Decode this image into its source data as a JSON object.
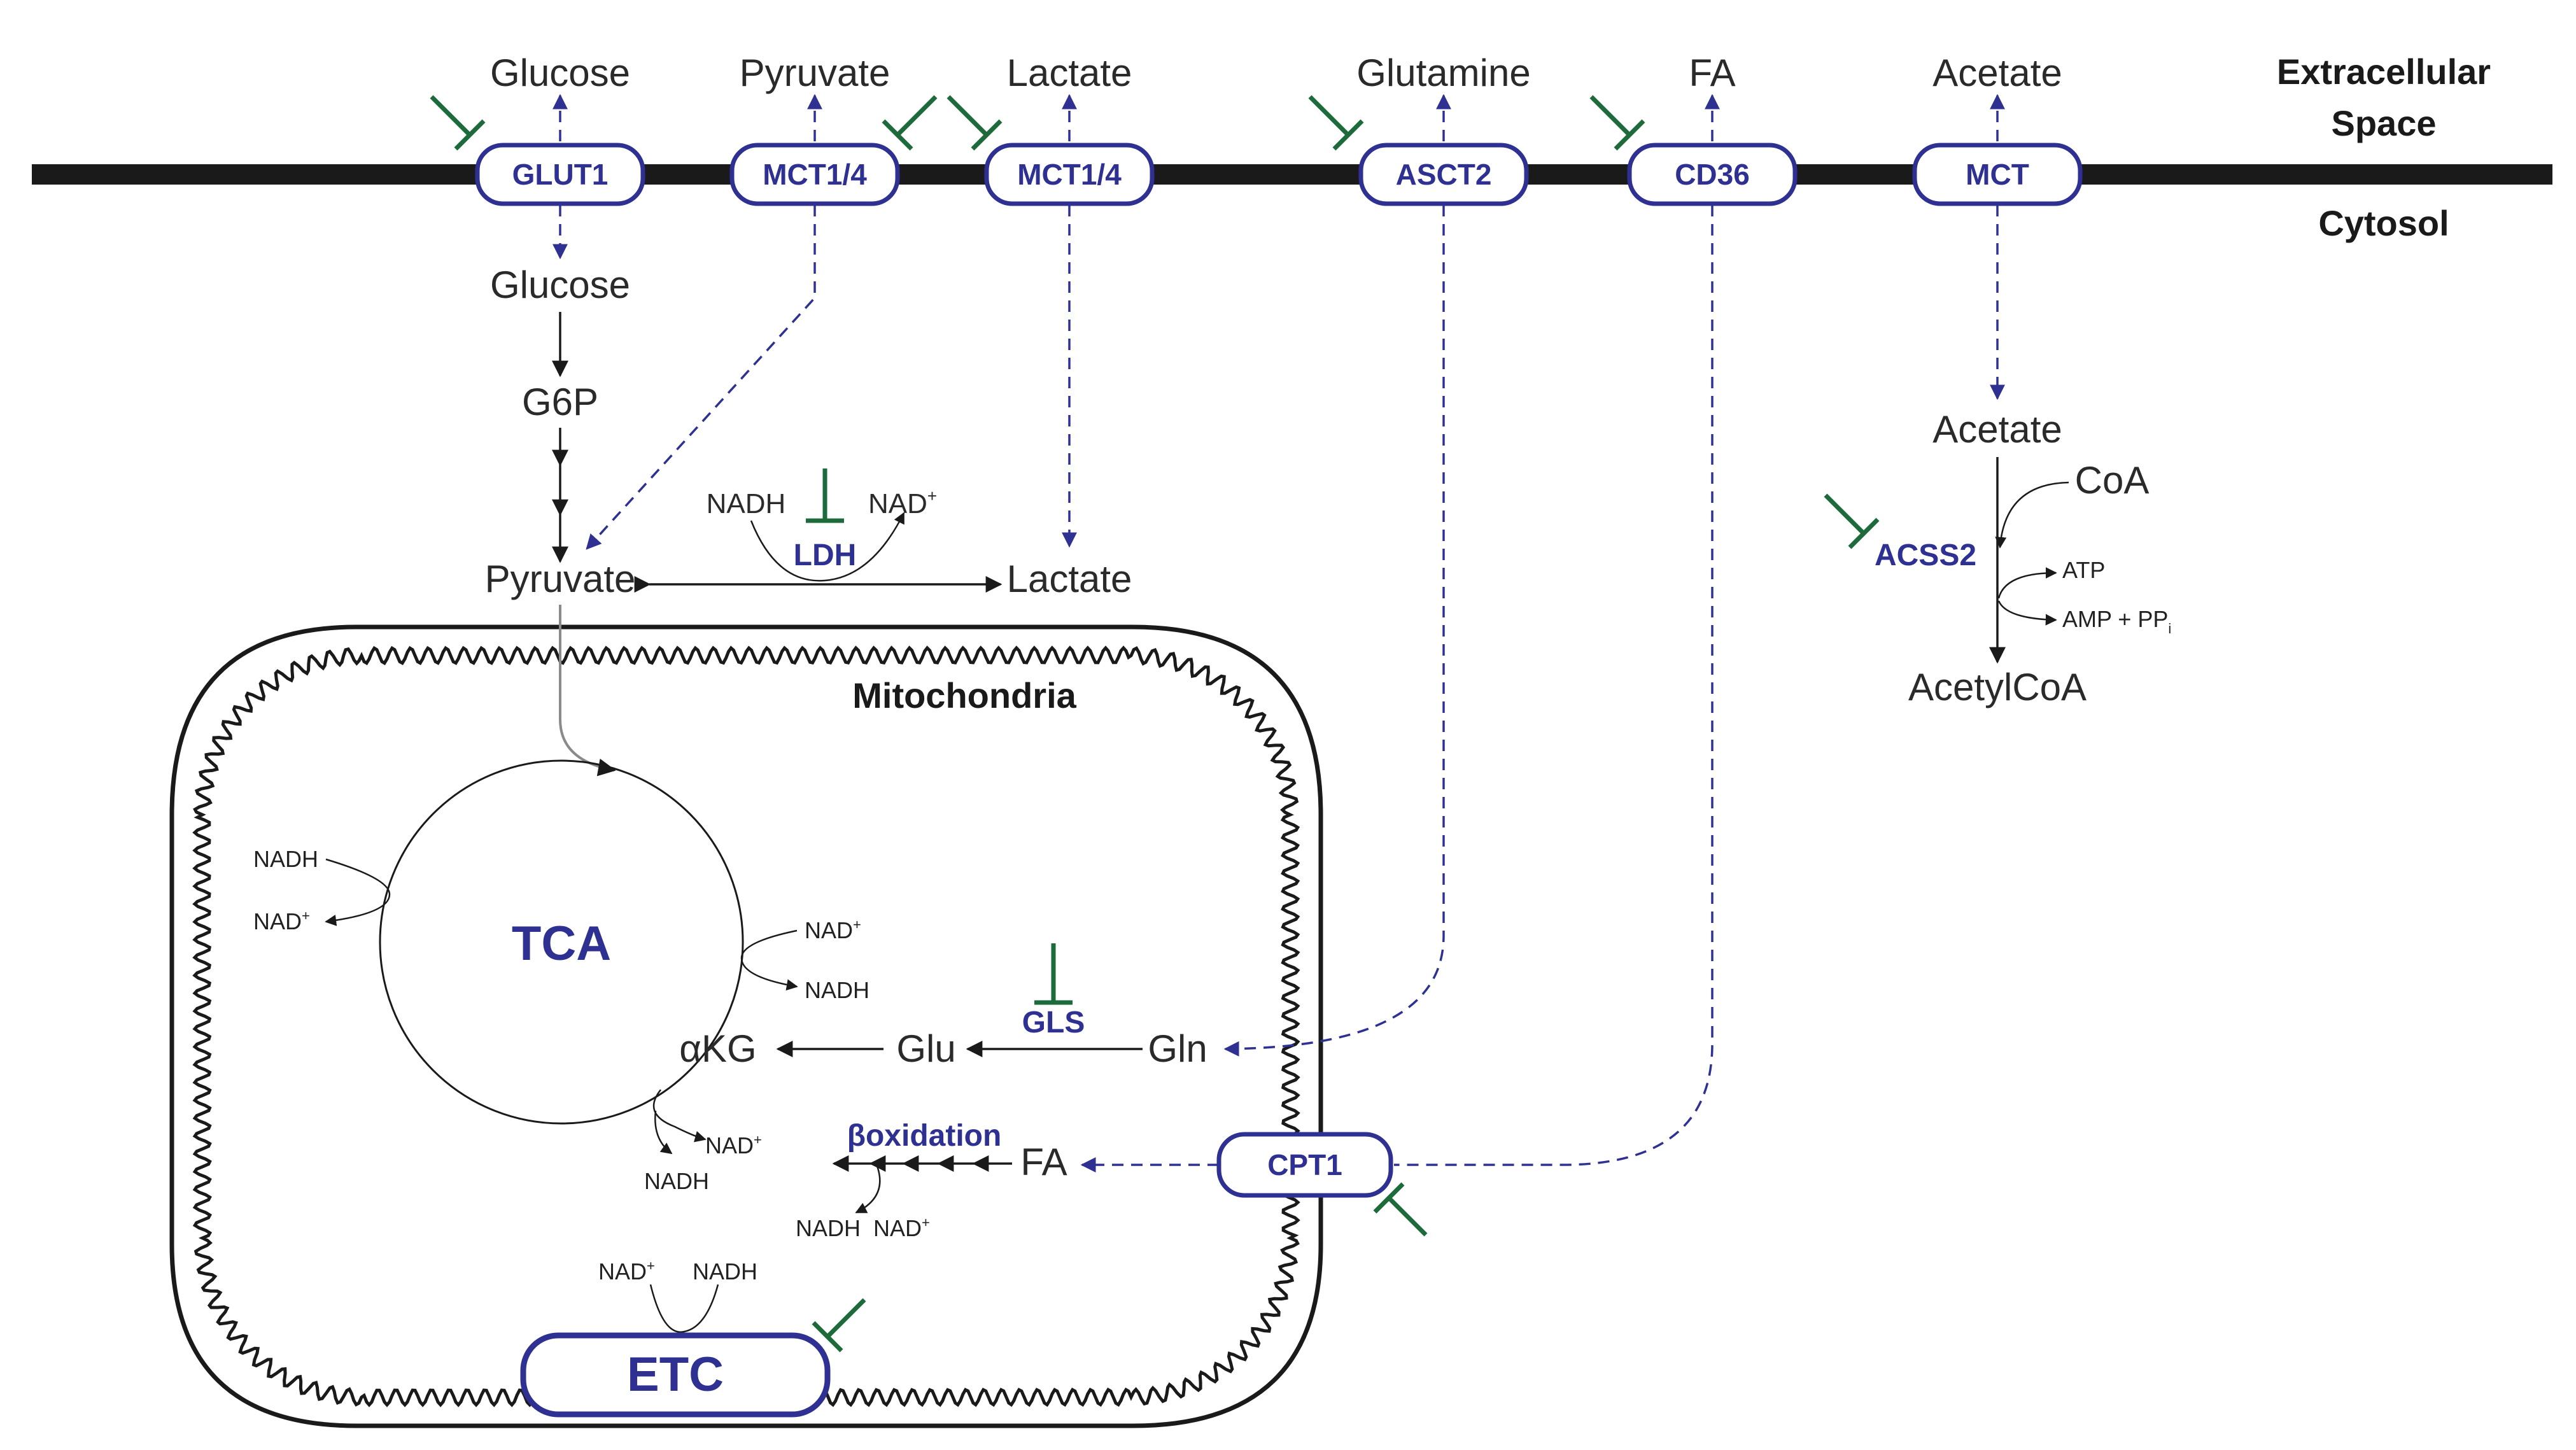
{
  "regions": {
    "extracellular_line1": "Extracellular",
    "extracellular_line2": "Space",
    "cytosol": "Cytosol",
    "mitochondria": "Mitochondria"
  },
  "extracellular_metabolites": {
    "glucose": "Glucose",
    "pyruvate": "Pyruvate",
    "lactate": "Lactate",
    "glutamine": "Glutamine",
    "fa": "FA",
    "acetate": "Acetate"
  },
  "transporters": {
    "glut1": "GLUT1",
    "mct14_a": "MCT1/4",
    "mct14_b": "MCT1/4",
    "asct2": "ASCT2",
    "cd36": "CD36",
    "mct": "MCT",
    "cpt1": "CPT1"
  },
  "cytosol_metabolites": {
    "glucose": "Glucose",
    "g6p": "G6P",
    "pyruvate": "Pyruvate",
    "lactate": "Lactate",
    "nadh": "NADH",
    "nad_plus": "NAD",
    "acetate": "Acetate",
    "coa": "CoA",
    "atp": "ATP",
    "amp_pp": "AMP + PP",
    "pp_subscript": "i",
    "acetylcoa": "AcetylCoA"
  },
  "enzymes": {
    "ldh": "LDH",
    "acss2": "ACSS2",
    "gls": "GLS",
    "boxidation": "βoxidation"
  },
  "mito": {
    "tca": "TCA",
    "etc": "ETC",
    "akg": "αKG",
    "glu": "Glu",
    "gln": "Gln",
    "fa": "FA",
    "nadh": "NADH",
    "nad_plus": "NAD",
    "plus_sign": "+"
  },
  "colors": {
    "enzyme_blue": "#2e3192",
    "inhibitor_green": "#1d6b3a",
    "membrane_black": "#1a1a1a"
  }
}
